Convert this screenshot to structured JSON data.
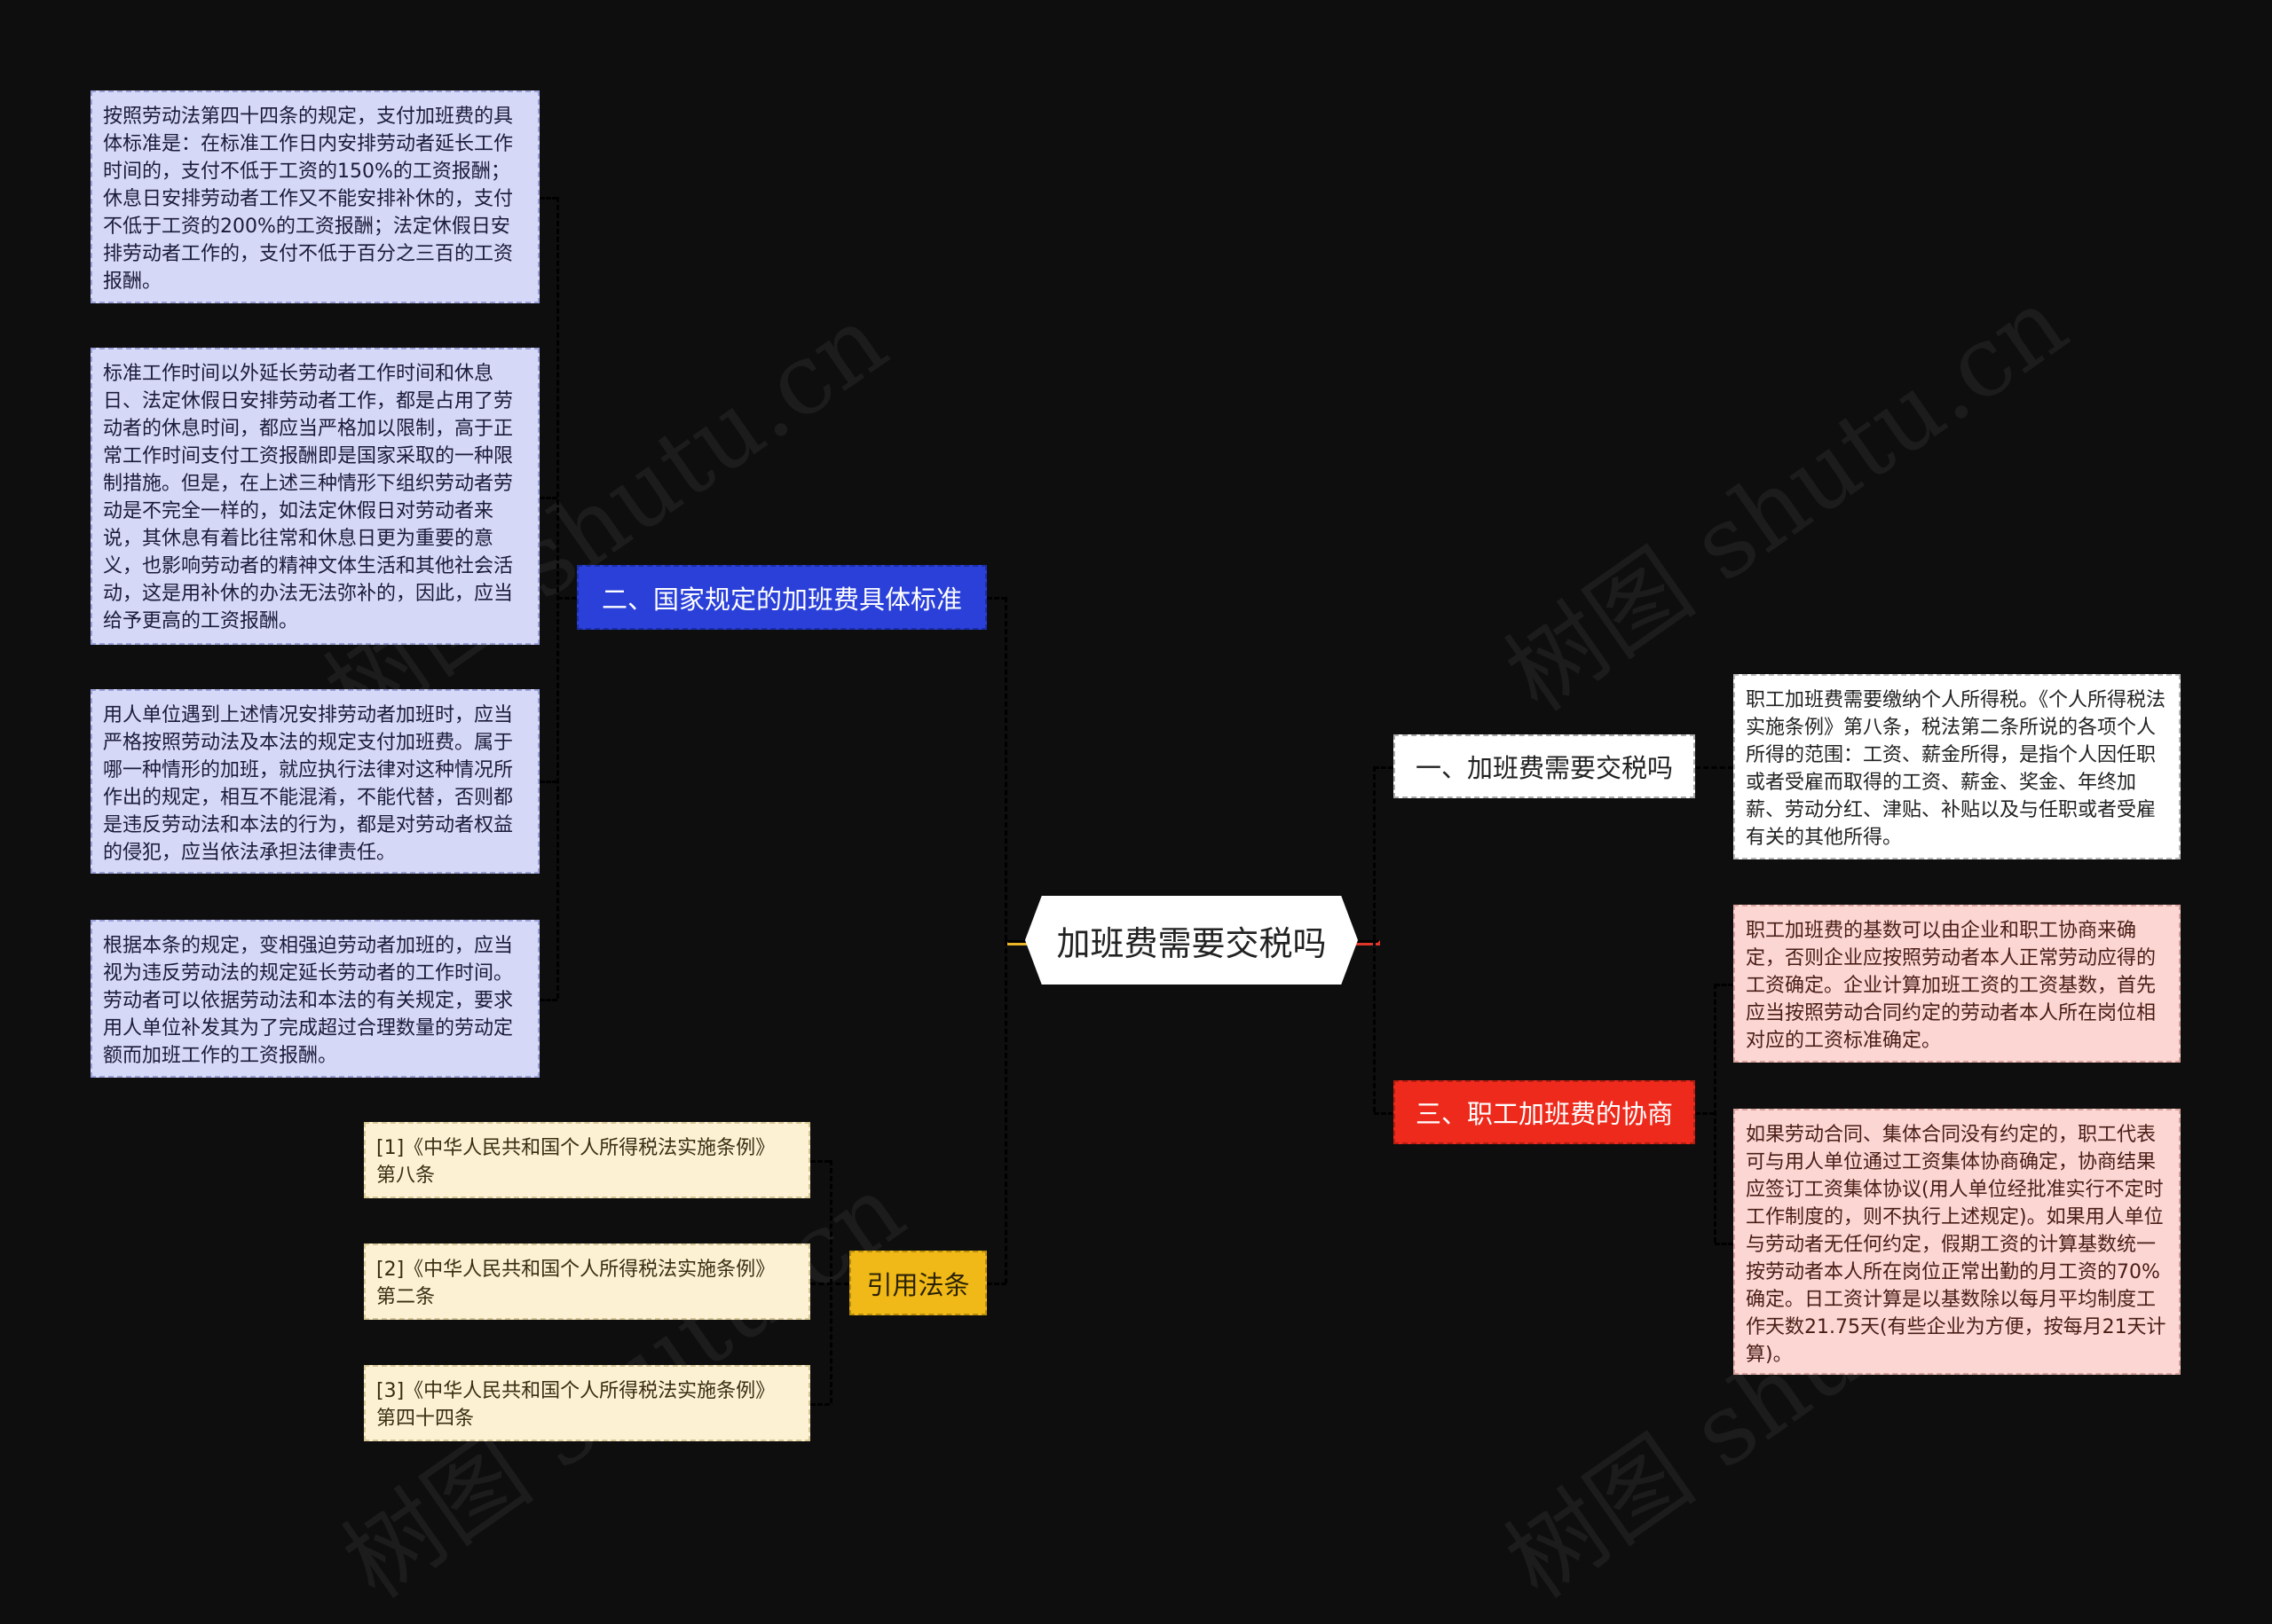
{
  "watermark": "树图 shutu.cn",
  "root": {
    "label": "加班费需要交税吗"
  },
  "branches": {
    "standard": {
      "label": "二、国家规定的加班费具体标准",
      "color": "#2a40d9",
      "children": [
        "按照劳动法第四十四条的规定，支付加班费的具体标准是：在标准工作日内安排劳动者延长工作时间的，支付不低于工资的150%的工资报酬；休息日安排劳动者工作又不能安排补休的，支付不低于工资的200%的工资报酬；法定休假日安排劳动者工作的，支付不低于百分之三百的工资报酬。",
        "标准工作时间以外延长劳动者工作时间和休息日、法定休假日安排劳动者工作，都是占用了劳动者的休息时间，都应当严格加以限制，高于正常工作时间支付工资报酬即是国家采取的一种限制措施。但是，在上述三种情形下组织劳动者劳动是不完全一样的，如法定休假日对劳动者来说，其休息有着比往常和休息日更为重要的意义，也影响劳动者的精神文体生活和其他社会活动，这是用补休的办法无法弥补的，因此，应当给予更高的工资报酬。",
        "用人单位遇到上述情况安排劳动者加班时，应当严格按照劳动法及本法的规定支付加班费。属于哪一种情形的加班，就应执行法律对这种情况所作出的规定，相互不能混淆，不能代替，否则都是违反劳动法和本法的行为，都是对劳动者权益的侵犯，应当依法承担法律责任。",
        "根据本条的规定，变相强迫劳动者加班的，应当视为违反劳动法的规定延长劳动者的工作时间。劳动者可以依据劳动法和本法的有关规定，要求用人单位补发其为了完成超过合理数量的劳动定额而加班工作的工资报酬。"
      ]
    },
    "references": {
      "label": "引用法条",
      "color": "#f0b918",
      "children": [
        "[1]《中华人民共和国个人所得税法实施条例》 第八条",
        "[2]《中华人民共和国个人所得税法实施条例》 第二条",
        "[3]《中华人民共和国个人所得税法实施条例》 第四十四条"
      ]
    },
    "tax": {
      "label": "一、加班费需要交税吗",
      "color": "#ffffff",
      "children": [
        "职工加班费需要缴纳个人所得税。《个人所得税法实施条例》第八条，税法第二条所说的各项个人所得的范围：工资、薪金所得，是指个人因任职或者受雇而取得的工资、薪金、奖金、年终加薪、劳动分红、津贴、补贴以及与任职或者受雇有关的其他所得。"
      ]
    },
    "negotiation": {
      "label": "三、职工加班费的协商",
      "color": "#ee2a1c",
      "children": [
        "职工加班费的基数可以由企业和职工协商来确定，否则企业应按照劳动者本人正常劳动应得的工资确定。企业计算加班工资的工资基数，首先应当按照劳动合同约定的劳动者本人所在岗位相对应的工资标准确定。",
        "如果劳动合同、集体合同没有约定的，职工代表可与用人单位通过工资集体协商确定，协商结果应签订工资集体协议(用人单位经批准实行不定时工作制度的，则不执行上述规定)。如果用人单位与劳动者无任何约定，假期工资的计算基数统一按劳动者本人所在岗位正常出勤的月工资的70%确定。日工资计算是以基数除以每月平均制度工作天数21.75天(有些企业为方便，按每月21天计算)。"
      ]
    }
  }
}
